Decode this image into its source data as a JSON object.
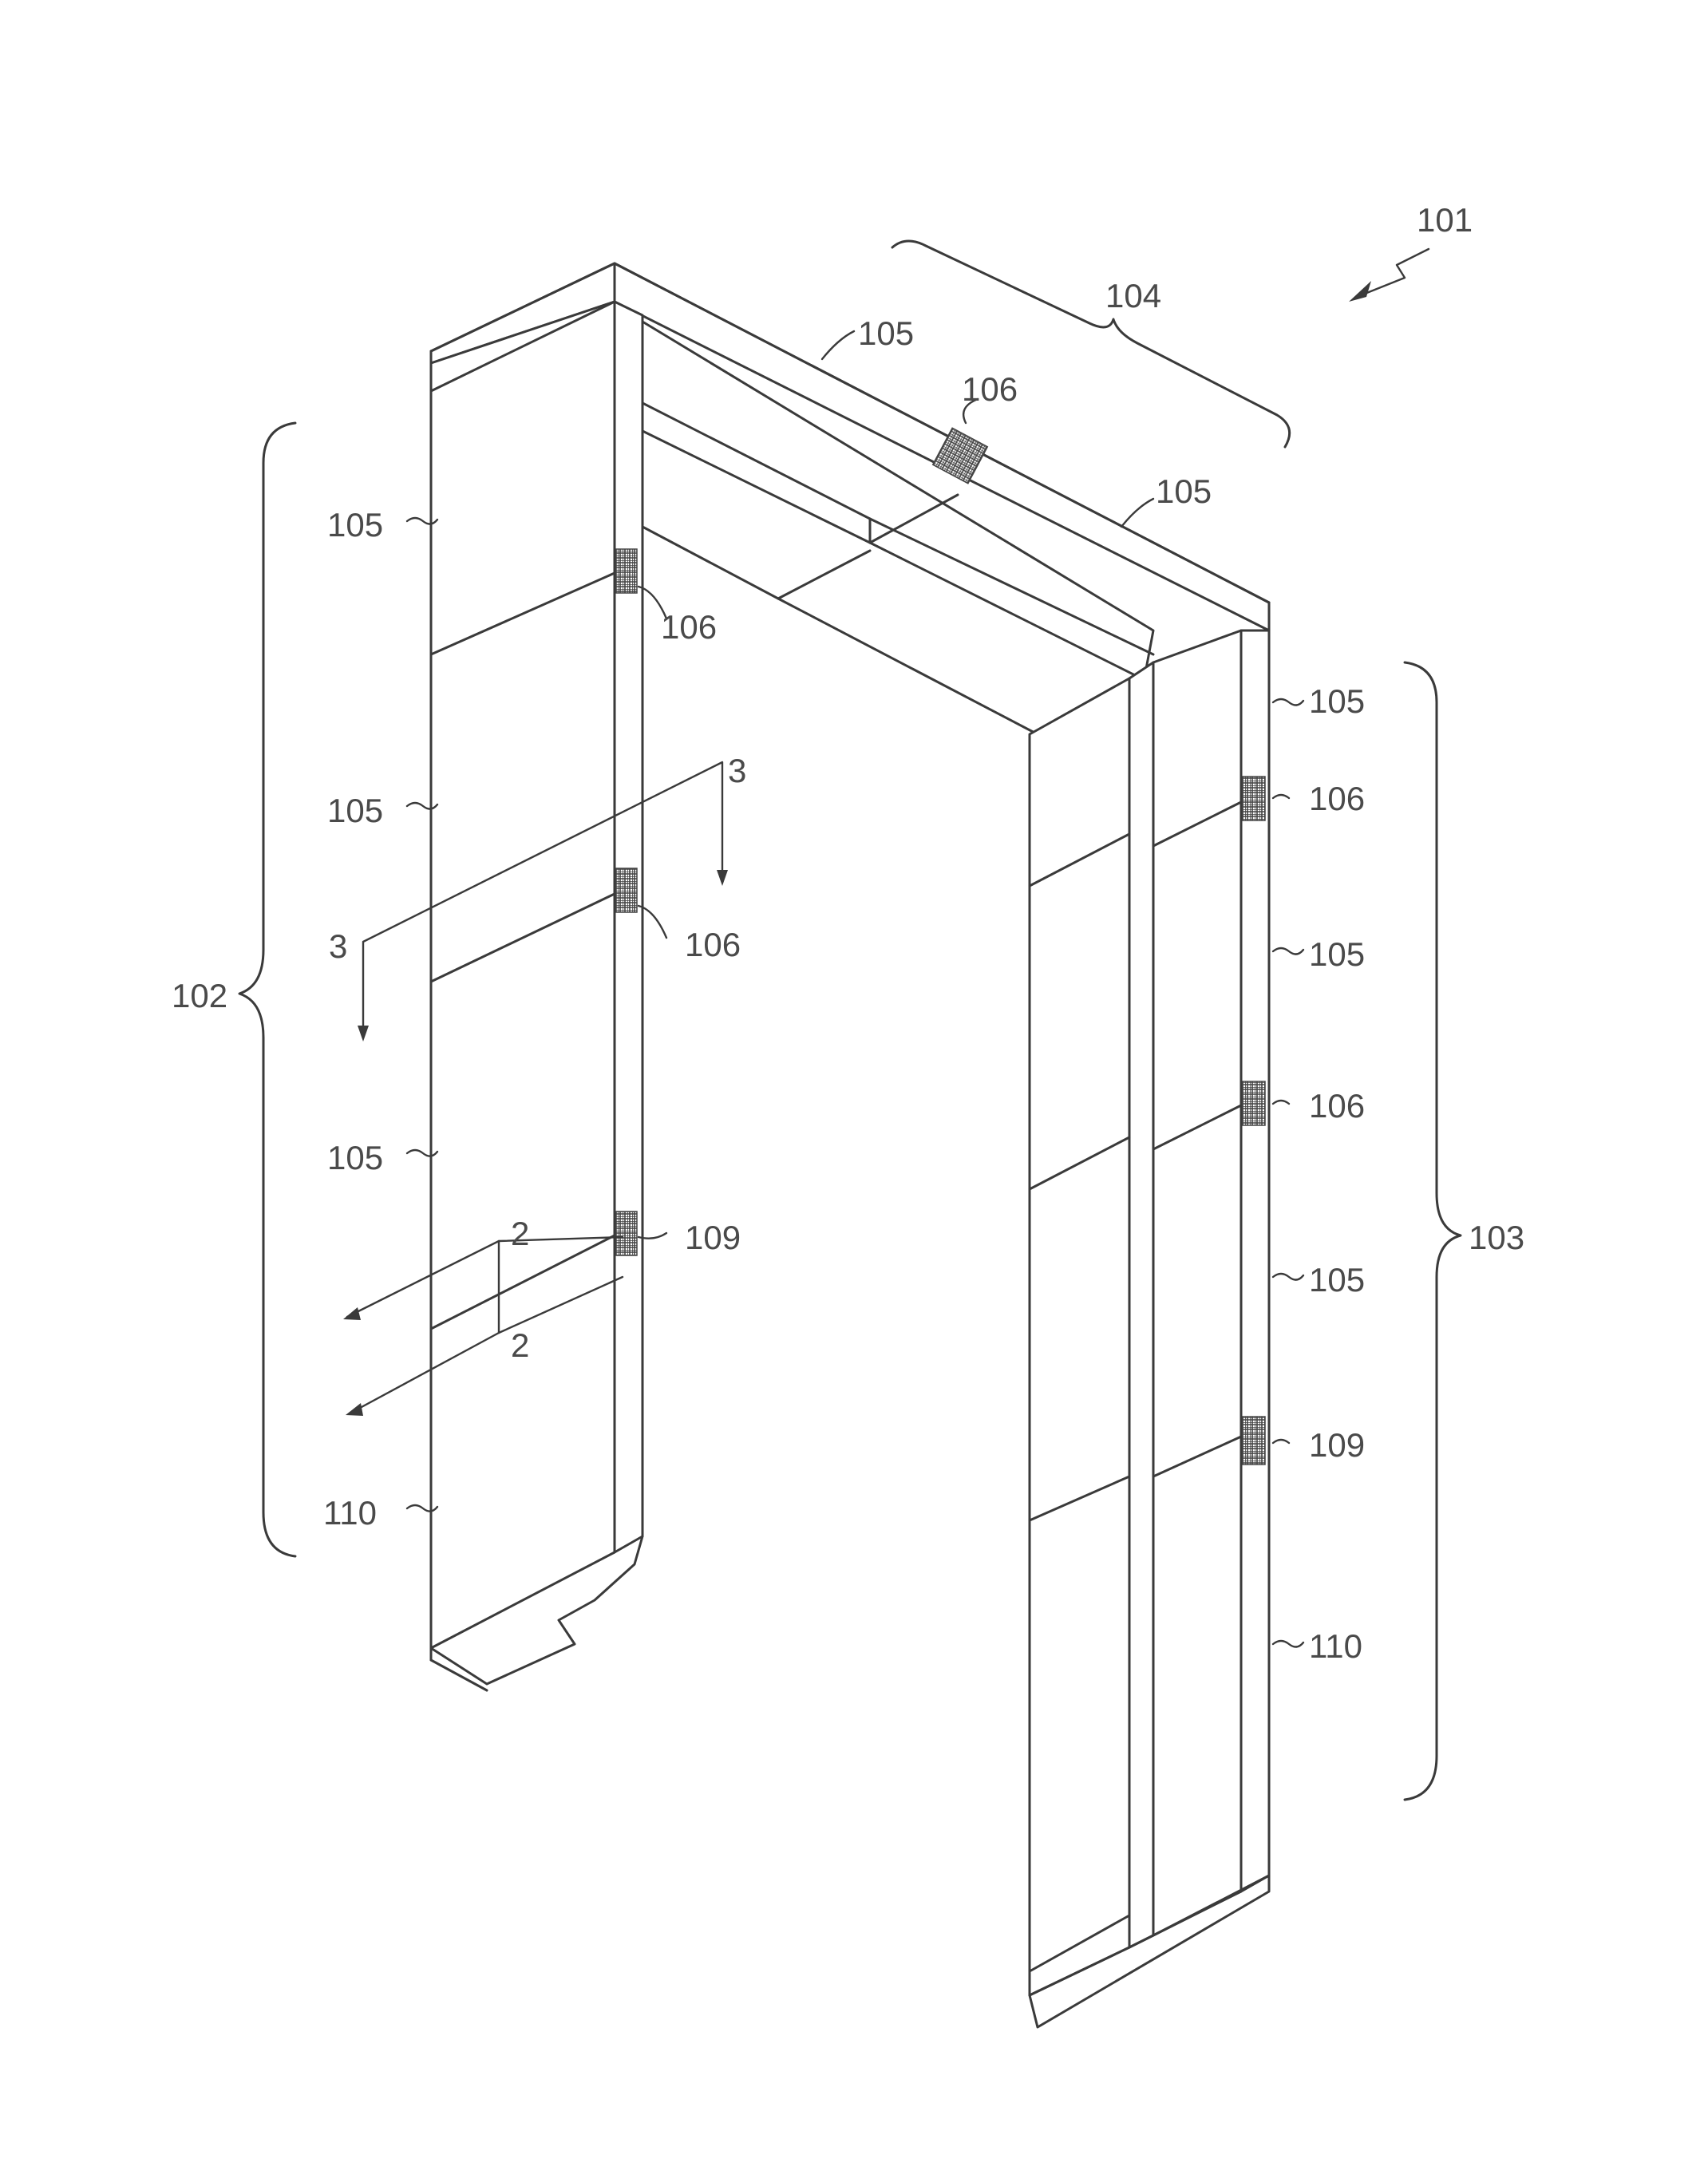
{
  "figure": {
    "ref_101": "101",
    "ref_102": "102",
    "ref_103": "103",
    "ref_104": "104",
    "ref_105": "105",
    "ref_106": "106",
    "ref_109": "109",
    "ref_110": "110",
    "section_2": "2",
    "section_3": "3"
  },
  "colors": {
    "line": "#3a3a3a",
    "patch": "#555555",
    "label": "#4a4a4a"
  }
}
